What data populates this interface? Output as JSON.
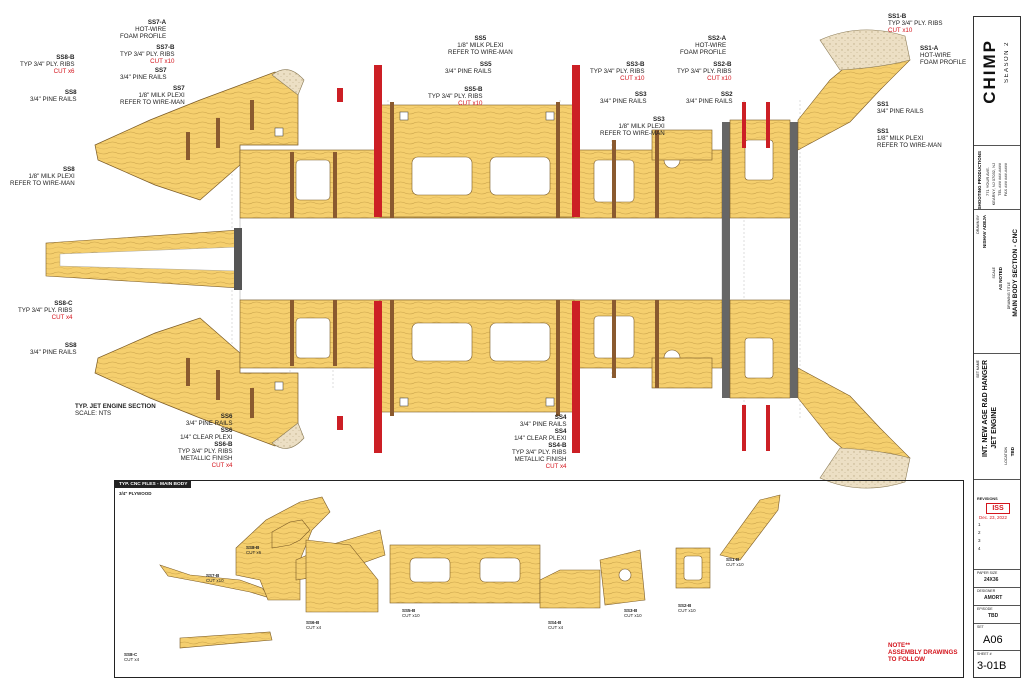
{
  "labels": {
    "ss7a": {
      "code": "SS7-A",
      "l1": "HOT-WIRE",
      "l2": "FOAM PROFILE"
    },
    "ss7b": {
      "code": "SS7-B",
      "l1": "TYP 3/4\" PLY. RIBS",
      "cut": "CUT x10"
    },
    "ss7": {
      "code": "SS7",
      "l1": "3/4\" PINE RAILS"
    },
    "ss7plexi": {
      "code": "SS7",
      "l1": "1/8\" MILK PLEXI",
      "l2": "REFER TO WIRE-MAN"
    },
    "ss8b": {
      "code": "SS8-B",
      "l1": "TYP 3/4\" PLY. RIBS",
      "cut": "CUT x6"
    },
    "ss8rails_top": {
      "code": "SS8",
      "l1": "3/4\" PINE RAILS"
    },
    "ss8plexi": {
      "code": "SS8",
      "l1": "1/8\" MILK PLEXI",
      "l2": "REFER TO WIRE-MAN"
    },
    "ss8c": {
      "code": "SS8-C",
      "l1": "TYP 3/4\" PLY. RIBS",
      "cut": "CUT x4"
    },
    "ss8rails_bot": {
      "code": "SS8",
      "l1": "3/4\" PINE RAILS"
    },
    "ss5plexi": {
      "code": "SS5",
      "l1": "1/8\" MILK PLEXI",
      "l2": "REFER TO WIRE-MAN"
    },
    "ss5rails": {
      "code": "SS5",
      "l1": "3/4\" PINE RAILS"
    },
    "ss5b": {
      "code": "SS5-B",
      "l1": "TYP 3/4\" PLY. RIBS",
      "cut": "CUT x10"
    },
    "ss3b": {
      "code": "SS3-B",
      "l1": "TYP 3/4\" PLY. RIBS",
      "cut": "CUT x10"
    },
    "ss3rails": {
      "code": "SS3",
      "l1": "3/4\" PINE RAILS"
    },
    "ss3plexi": {
      "code": "SS3",
      "l1": "1/8\" MILK PLEXI",
      "l2": "REFER TO WIRE-MAN"
    },
    "ss2a": {
      "code": "SS2-A",
      "l1": "HOT-WIRE",
      "l2": "FOAM PROFILE"
    },
    "ss2b": {
      "code": "SS2-B",
      "l1": "TYP 3/4\" PLY. RIBS",
      "cut": "CUT x10"
    },
    "ss2rails": {
      "code": "SS2",
      "l1": "3/4\" PINE RAILS"
    },
    "ss1b": {
      "code": "SS1-B",
      "l1": "TYP 3/4\" PLY. RIBS",
      "cut": "CUT x10"
    },
    "ss1a": {
      "code": "SS1-A",
      "l1": "HOT-WIRE",
      "l2": "FOAM PROFILE"
    },
    "ss1rails": {
      "code": "SS1",
      "l1": "3/4\" PINE RAILS"
    },
    "ss1plexi": {
      "code": "SS1",
      "l1": "1/8\" MILK PLEXI",
      "l2": "REFER TO WIRE-MAN"
    },
    "jet": {
      "l1": "TYP. JET ENGINE SECTION",
      "l2": "SCALE: NTS"
    },
    "ss6rails": {
      "code": "SS6",
      "l1": "3/4\" PINE RAILS"
    },
    "ss6plexi": {
      "code": "SS6",
      "l1": "1/4\" CLEAR PLEXI"
    },
    "ss6b": {
      "code": "SS6-B",
      "l1": "TYP 3/4\" PLY. RIBS",
      "l2": "METALLIC FINISH",
      "cut": "CUT x4"
    },
    "ss4rails": {
      "code": "SS4",
      "l1": "3/4\" PINE RAILS"
    },
    "ss4plexi": {
      "code": "SS4",
      "l1": "1/4\" CLEAR PLEXI"
    },
    "ss4b": {
      "code": "SS4-B",
      "l1": "TYP 3/4\" PLY. RIBS",
      "l2": "METALLIC FINISH",
      "cut": "CUT x4"
    }
  },
  "cnc": {
    "header": "TYP. CNC FILES - MAIN BODY",
    "material": "3/4\" PLYWOOD",
    "pieces": [
      {
        "code": "SS7-B",
        "cut": "CUT x10"
      },
      {
        "code": "SS8-B",
        "cut": "CUT x6"
      },
      {
        "code": "SS6-B",
        "cut": "CUT x4"
      },
      {
        "code": "SS5-B",
        "cut": "CUT x10"
      },
      {
        "code": "SS4-B",
        "cut": "CUT x4"
      },
      {
        "code": "SS3-B",
        "cut": "CUT x10"
      },
      {
        "code": "SS2-B",
        "cut": "CUT x10"
      },
      {
        "code": "SS1-B",
        "cut": "CUT x10"
      },
      {
        "code": "SS8-C",
        "cut": "CUT x4"
      }
    ]
  },
  "note": {
    "title": "NOTE**",
    "l1": "ASSEMBLY DRAWINGS",
    "l2": "TO FOLLOW"
  },
  "titleblock": {
    "brand": "CHIMP",
    "season": "SEASON 2",
    "company": "SHOOTING PRODUCTIONS",
    "address1": "771 YOUR AVE.",
    "address2": "KEARNY, NJ 07032, NJ",
    "phone1": "TEL ### ###-####",
    "phone2": "FAX ### ###-####",
    "drawing_title_label": "DRAWING TITLE",
    "drawing_title": "MAIN BODY SECTION - CNC",
    "scale_label": "SCALE",
    "scale": "AS NOTED",
    "drawn_by_label": "DRAWN BY",
    "drawn_by": "NISHAV ADEJA",
    "set_label": "SET NAME",
    "set_name_1": "INT. NEW AGE R&D HANGER",
    "set_name_2": "JET ENGINE",
    "location_label": "LOCATION",
    "location": "TBD",
    "revisions_label": "REVISIONS",
    "iss": "ISS",
    "date": "Dec. 23, 2022",
    "rev_rows": [
      "1",
      "2",
      "3",
      "4"
    ],
    "paper_label": "PAPER SIZE",
    "paper": "24X36",
    "designer_label": "DESIGNER",
    "designer": "AMORT",
    "episode_label": "EPISODE",
    "episode": "TBD",
    "sheet_label": "SET",
    "sheet": "A06",
    "number_label": "SHEET #",
    "number": "3-01B"
  },
  "colors": {
    "wood": "#f5cf6e",
    "wood_grain": "#caa34b",
    "rail": "#8a5a2f",
    "red_rail": "#cc1f25",
    "plexi": "#555555",
    "foam": "#e9dcc0",
    "accent_red": "#d4141c"
  }
}
